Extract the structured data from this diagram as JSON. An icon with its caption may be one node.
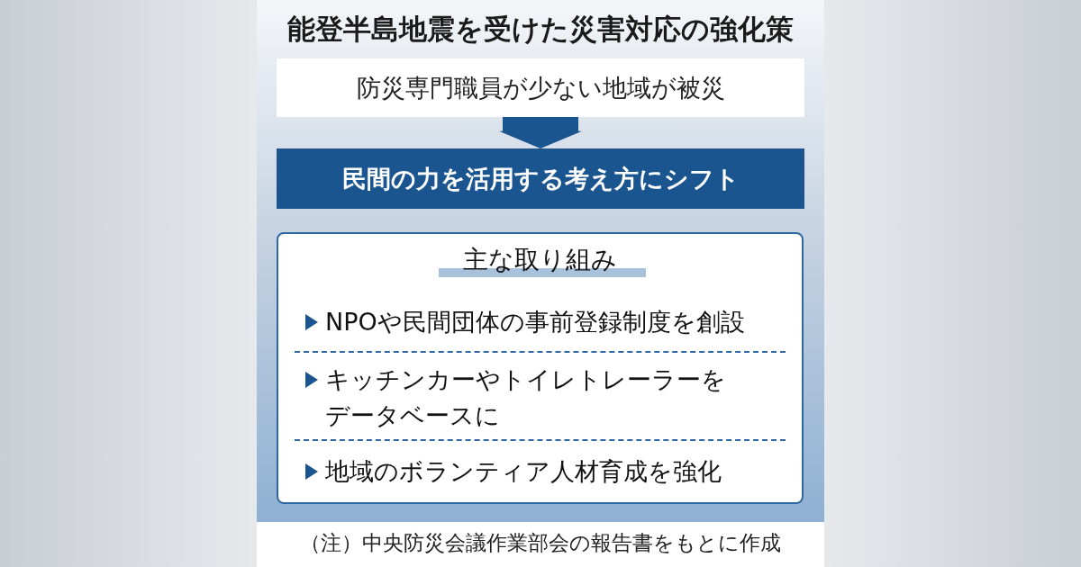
{
  "diagram": {
    "title": "能登半島地震を受けた災害対応の強化策",
    "nodes": [
      {
        "text": [
          "防災専門職員が少ない地域が被災"
        ]
      },
      {
        "text": [
          "民間の力を活用する考え方にシフト"
        ]
      },
      {
        "text": [
          "主な取り組み",
          "NPOや民間団体の事前登録制度を創設",
          "キッチンカーやトイレトレーラーをデータベースに",
          "地域のボランティア人材育成を強化"
        ]
      }
    ],
    "edges": [
      {
        "from": 0,
        "to": 1,
        "arrow": "to"
      }
    ],
    "caption": "（注）中央防災会議作業部会の報告書をもとに作成"
  }
}
